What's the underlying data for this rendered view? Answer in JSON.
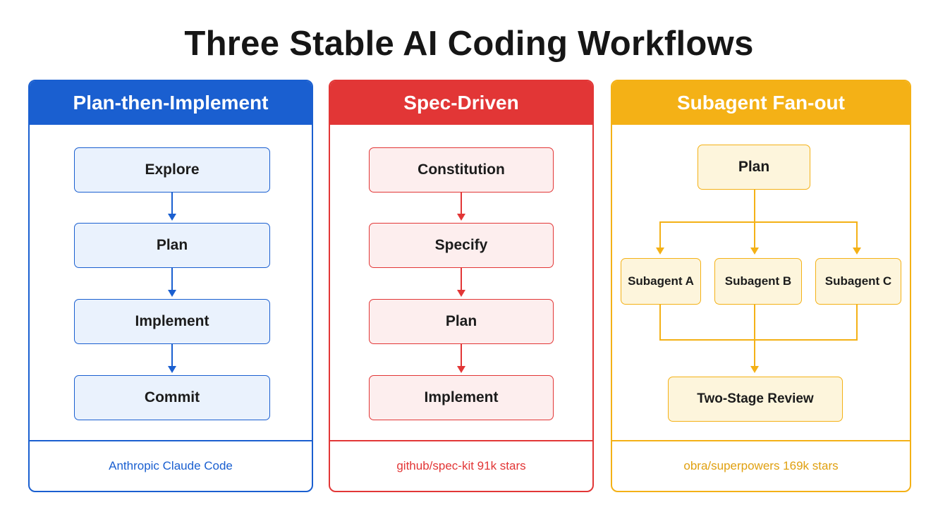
{
  "title": "Three Stable AI Coding Workflows",
  "colors": {
    "blue": "#1a5fd0",
    "red": "#e23636",
    "yellow": "#f4b116"
  },
  "panels": [
    {
      "header": "Plan-then-Implement",
      "steps": [
        "Explore",
        "Plan",
        "Implement",
        "Commit"
      ],
      "footer": "Anthropic Claude Code"
    },
    {
      "header": "Spec-Driven",
      "steps": [
        "Constitution",
        "Specify",
        "Plan",
        "Implement"
      ],
      "footer": "github/spec-kit 91k stars"
    },
    {
      "header": "Subagent Fan-out",
      "root": "Plan",
      "subagents": [
        "Subagent A",
        "Subagent B",
        "Subagent C"
      ],
      "review": "Two-Stage Review",
      "footer": "obra/superpowers 169k stars"
    }
  ]
}
